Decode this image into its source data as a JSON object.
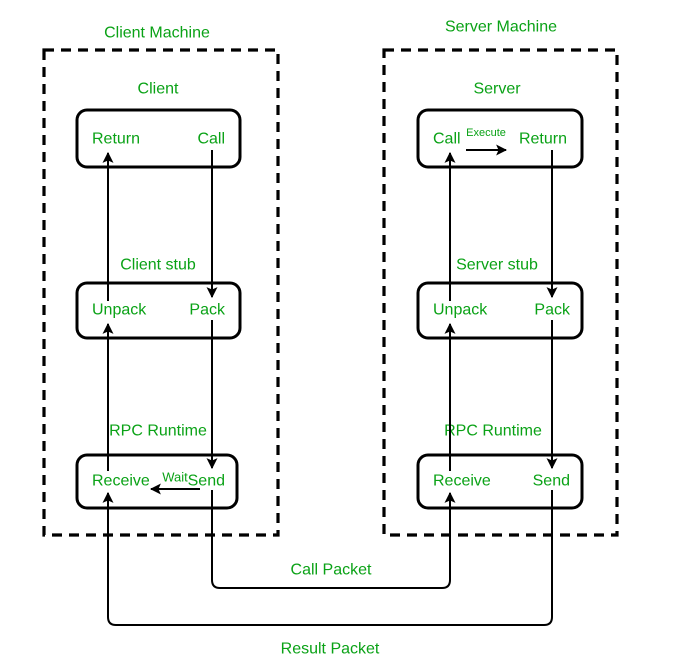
{
  "colors": {
    "green": "#0aa216",
    "black": "#000000",
    "bg": "#ffffff"
  },
  "client": {
    "title": "Client Machine",
    "app_label": "Client",
    "app_box": {
      "left": "Return",
      "right": "Call"
    },
    "stub_label": "Client stub",
    "stub_box": {
      "left": "Unpack",
      "right": "Pack"
    },
    "runtime_label": "RPC Runtime",
    "runtime_box": {
      "left": "Receive",
      "wait": "Wait",
      "right": "Send"
    }
  },
  "server": {
    "title": "Server Machine",
    "app_label": "Server",
    "app_box": {
      "left": "Call",
      "execute": "Execute",
      "right": "Return"
    },
    "stub_label": "Server stub",
    "stub_box": {
      "left": "Unpack",
      "right": "Pack"
    },
    "runtime_label": "RPC Runtime",
    "runtime_box": {
      "left": "Receive",
      "right": "Send"
    }
  },
  "packets": {
    "call": "Call Packet",
    "result": "Result Packet"
  }
}
